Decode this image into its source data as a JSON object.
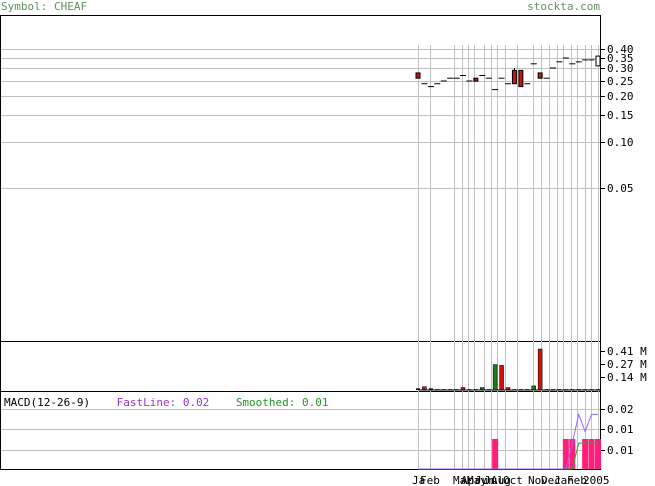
{
  "header": {
    "symbol_label": "Symbol: CHEAF",
    "site_label": "stockta.com"
  },
  "macd_legend": {
    "title": "MACD(12-26-9)",
    "fast_label": "FastLine: 0.02",
    "smoothed_label": "Smoothed: 0.01"
  },
  "colors": {
    "border": "#000000",
    "grid": "#c0c0c0",
    "up": "#1e7a1e",
    "down": "#cc1111",
    "macd_hist": "#ff1f7a",
    "fast_line": "#9966ff",
    "smooth_line": "#22aa22",
    "header_text": "#5f8f5f"
  },
  "chart_data": [
    {
      "type": "candlestick",
      "title": "Price",
      "y_scale": "log",
      "ylim": [
        0.01,
        0.45
      ],
      "y_ticks": [
        "0.40",
        "0.35",
        "0.30",
        "0.25",
        "0.20",
        "0.15",
        "0.10",
        "0.05"
      ],
      "x_labels": [
        "Ja",
        "Feb",
        "Mar",
        "Apr",
        "May",
        "Jun",
        "Jul",
        "Aug",
        "Oct",
        "Nov",
        "Dec",
        "Jan",
        "Feb",
        "2005"
      ],
      "candles": [
        {
          "open": 0.28,
          "high": 0.28,
          "low": 0.26,
          "close": 0.26,
          "color": "down"
        },
        {
          "open": 0.24,
          "high": 0.24,
          "low": 0.24,
          "close": 0.24,
          "color": "flat"
        },
        {
          "open": 0.23,
          "high": 0.23,
          "low": 0.22,
          "close": 0.22,
          "color": "flat"
        },
        {
          "open": 0.24,
          "high": 0.24,
          "low": 0.24,
          "close": 0.24,
          "color": "flat"
        },
        {
          "open": 0.25,
          "high": 0.25,
          "low": 0.25,
          "close": 0.25,
          "color": "flat"
        },
        {
          "open": 0.26,
          "high": 0.26,
          "low": 0.26,
          "close": 0.26,
          "color": "flat"
        },
        {
          "open": 0.26,
          "high": 0.26,
          "low": 0.26,
          "close": 0.26,
          "color": "flat"
        },
        {
          "open": 0.27,
          "high": 0.27,
          "low": 0.27,
          "close": 0.27,
          "color": "flat"
        },
        {
          "open": 0.25,
          "high": 0.25,
          "low": 0.25,
          "close": 0.25,
          "color": "flat"
        },
        {
          "open": 0.26,
          "high": 0.26,
          "low": 0.25,
          "close": 0.25,
          "color": "down"
        },
        {
          "open": 0.27,
          "high": 0.27,
          "low": 0.27,
          "close": 0.27,
          "color": "flat"
        },
        {
          "open": 0.26,
          "high": 0.26,
          "low": 0.26,
          "close": 0.26,
          "color": "flat"
        },
        {
          "open": 0.22,
          "high": 0.22,
          "low": 0.22,
          "close": 0.22,
          "color": "flat"
        },
        {
          "open": 0.26,
          "high": 0.26,
          "low": 0.26,
          "close": 0.26,
          "color": "flat"
        },
        {
          "open": 0.24,
          "high": 0.24,
          "low": 0.24,
          "close": 0.24,
          "color": "flat"
        },
        {
          "open": 0.29,
          "high": 0.3,
          "low": 0.24,
          "close": 0.24,
          "color": "down"
        },
        {
          "open": 0.29,
          "high": 0.29,
          "low": 0.23,
          "close": 0.23,
          "color": "down"
        },
        {
          "open": 0.24,
          "high": 0.24,
          "low": 0.24,
          "close": 0.24,
          "color": "flat"
        },
        {
          "open": 0.32,
          "high": 0.32,
          "low": 0.32,
          "close": 0.32,
          "color": "flat"
        },
        {
          "open": 0.28,
          "high": 0.28,
          "low": 0.26,
          "close": 0.26,
          "color": "down"
        },
        {
          "open": 0.26,
          "high": 0.26,
          "low": 0.26,
          "close": 0.26,
          "color": "flat"
        },
        {
          "open": 0.3,
          "high": 0.3,
          "low": 0.3,
          "close": 0.3,
          "color": "flat"
        },
        {
          "open": 0.33,
          "high": 0.33,
          "low": 0.33,
          "close": 0.33,
          "color": "flat"
        },
        {
          "open": 0.35,
          "high": 0.35,
          "low": 0.35,
          "close": 0.35,
          "color": "flat"
        },
        {
          "open": 0.32,
          "high": 0.32,
          "low": 0.32,
          "close": 0.32,
          "color": "flat"
        },
        {
          "open": 0.33,
          "high": 0.33,
          "low": 0.33,
          "close": 0.33,
          "color": "flat"
        },
        {
          "open": 0.34,
          "high": 0.34,
          "low": 0.34,
          "close": 0.34,
          "color": "flat"
        },
        {
          "open": 0.34,
          "high": 0.34,
          "low": 0.34,
          "close": 0.34,
          "color": "flat"
        },
        {
          "open": 0.36,
          "high": 0.36,
          "low": 0.31,
          "close": 0.31,
          "color": "up_open"
        }
      ]
    },
    {
      "type": "bar",
      "title": "Volume",
      "y_ticks": [
        "0.41 M",
        "0.27 M",
        "0.14 M"
      ],
      "ylim": [
        0,
        0.5
      ],
      "unit": "M",
      "bars": [
        {
          "value": 0.02,
          "color": "flat"
        },
        {
          "value": 0.04,
          "color": "down"
        },
        {
          "value": 0.02,
          "color": "flat"
        },
        {
          "value": 0.01,
          "color": "flat"
        },
        {
          "value": 0.01,
          "color": "flat"
        },
        {
          "value": 0.01,
          "color": "flat"
        },
        {
          "value": 0.01,
          "color": "flat"
        },
        {
          "value": 0.03,
          "color": "down"
        },
        {
          "value": 0.01,
          "color": "flat"
        },
        {
          "value": 0.01,
          "color": "flat"
        },
        {
          "value": 0.03,
          "color": "up"
        },
        {
          "value": 0.01,
          "color": "flat"
        },
        {
          "value": 0.31,
          "color": "up"
        },
        {
          "value": 0.3,
          "color": "down"
        },
        {
          "value": 0.03,
          "color": "down"
        },
        {
          "value": 0.01,
          "color": "flat"
        },
        {
          "value": 0.01,
          "color": "flat"
        },
        {
          "value": 0.01,
          "color": "flat"
        },
        {
          "value": 0.05,
          "color": "up"
        },
        {
          "value": 0.5,
          "color": "down"
        },
        {
          "value": 0.01,
          "color": "flat"
        },
        {
          "value": 0.01,
          "color": "flat"
        },
        {
          "value": 0.01,
          "color": "flat"
        },
        {
          "value": 0.01,
          "color": "flat"
        },
        {
          "value": 0.01,
          "color": "flat"
        },
        {
          "value": 0.01,
          "color": "flat"
        },
        {
          "value": 0.01,
          "color": "flat"
        },
        {
          "value": 0.01,
          "color": "flat"
        },
        {
          "value": 0.01,
          "color": "flat"
        }
      ]
    },
    {
      "type": "line",
      "title": "MACD(12-26-9)",
      "y_ticks": [
        "0.02",
        "0.01",
        "0.01"
      ],
      "ylim": [
        0,
        0.024
      ],
      "histogram": [
        {
          "value": 0.0,
          "i": 0
        },
        {
          "value": 0.0,
          "i": 1
        },
        {
          "value": 0.0,
          "i": 2
        },
        {
          "value": 0.0,
          "i": 3
        },
        {
          "value": 0.0,
          "i": 4
        },
        {
          "value": 0.0,
          "i": 5
        },
        {
          "value": 0.0,
          "i": 6
        },
        {
          "value": 0.0,
          "i": 7
        },
        {
          "value": 0.0,
          "i": 8
        },
        {
          "value": 0.0,
          "i": 9
        },
        {
          "value": 0.0,
          "i": 10
        },
        {
          "value": 0.0,
          "i": 11
        },
        {
          "value": 0.009,
          "i": 12
        },
        {
          "value": 0.0,
          "i": 13
        },
        {
          "value": 0.0,
          "i": 14
        },
        {
          "value": 0.0,
          "i": 15
        },
        {
          "value": 0.0,
          "i": 16
        },
        {
          "value": 0.0,
          "i": 17
        },
        {
          "value": 0.0,
          "i": 18
        },
        {
          "value": 0.0,
          "i": 19
        },
        {
          "value": 0.0,
          "i": 20
        },
        {
          "value": 0.0,
          "i": 21
        },
        {
          "value": 0.0,
          "i": 22
        },
        {
          "value": 0.009,
          "i": 23
        },
        {
          "value": 0.009,
          "i": 24
        },
        {
          "value": 0.0,
          "i": 25
        },
        {
          "value": 0.009,
          "i": 26
        },
        {
          "value": 0.009,
          "i": 27
        },
        {
          "value": 0.009,
          "i": 28
        }
      ],
      "fast_line": [
        0,
        0,
        0,
        0,
        0,
        0,
        0,
        0,
        0,
        0,
        0,
        0,
        0,
        0,
        0,
        0,
        0,
        0,
        0,
        0,
        0,
        0,
        0,
        0,
        0.009,
        0.019,
        0.013,
        0.019,
        0.019
      ],
      "smooth_line": [
        0,
        0,
        0,
        0,
        0,
        0,
        0,
        0,
        0,
        0,
        0,
        0,
        0,
        0,
        0,
        0,
        0,
        0,
        0,
        0,
        0,
        0,
        0,
        0,
        0.0,
        0.009,
        0.009,
        0.009,
        0.009
      ]
    }
  ]
}
